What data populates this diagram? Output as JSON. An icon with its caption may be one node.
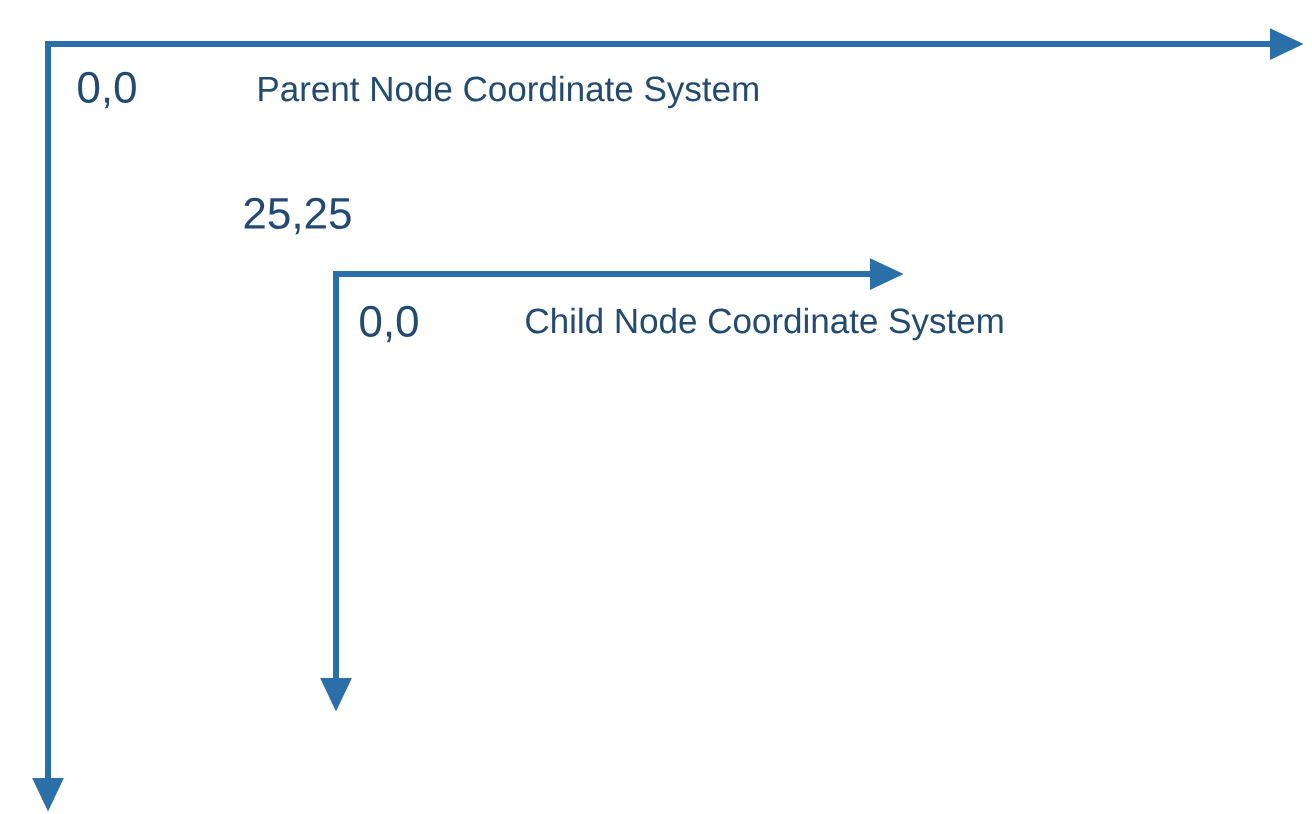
{
  "diagram": {
    "labels": [
      "0,0",
      "Parent Node Coordinate System",
      "25,25",
      "0,0",
      "Child Node Coordinate System"
    ]
  }
}
